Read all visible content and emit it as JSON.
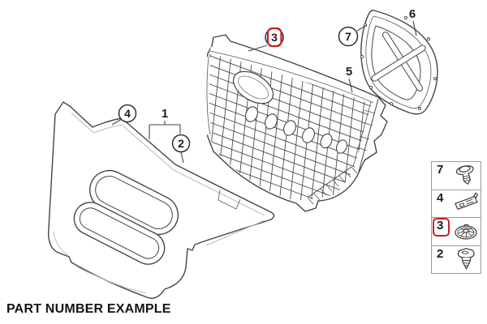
{
  "diagram": {
    "caption": "PART NUMBER EXAMPLE",
    "callouts": {
      "c1": "1",
      "c2": "2",
      "c3": "3",
      "c4": "4",
      "c5": "5",
      "c6": "6",
      "c7": "7"
    },
    "highlighted_callout": "3",
    "legend": {
      "rows": [
        {
          "label": "7",
          "icon": "screw-icon",
          "highlighted": false
        },
        {
          "label": "4",
          "icon": "clip-icon",
          "highlighted": false
        },
        {
          "label": "3",
          "icon": "grommet-icon",
          "highlighted": true
        },
        {
          "label": "2",
          "icon": "rivet-icon",
          "highlighted": false
        }
      ]
    },
    "colors": {
      "highlight": "#cc1f1f",
      "line": "#454545",
      "background": "#ffffff"
    }
  }
}
